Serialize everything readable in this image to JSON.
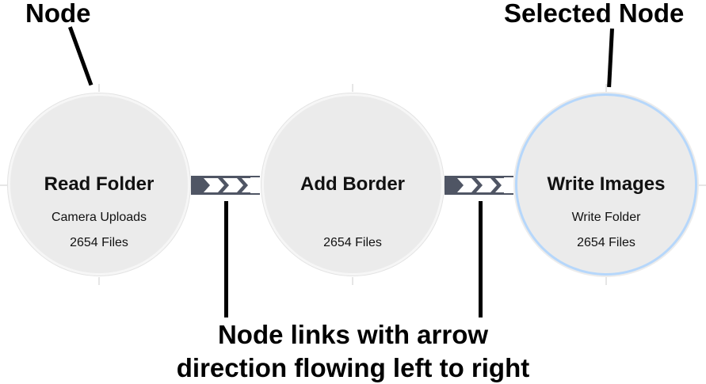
{
  "annotations": {
    "node": "Node",
    "selected_node": "Selected Node",
    "links_line1": "Node links with arrow",
    "links_line2": "direction flowing left to right"
  },
  "nodes": [
    {
      "title": "Read Folder",
      "subtitle": "Camera Uploads",
      "count": "2654 Files",
      "selected": false
    },
    {
      "title": "Add Border",
      "subtitle": "",
      "count": "2654 Files",
      "selected": false
    },
    {
      "title": "Write Images",
      "subtitle": "Write Folder",
      "count": "2654 Files",
      "selected": true
    }
  ],
  "links": [
    {
      "from": "Read Folder",
      "to": "Add Border",
      "direction": "left-to-right"
    },
    {
      "from": "Add Border",
      "to": "Write Images",
      "direction": "left-to-right"
    }
  ],
  "colors": {
    "node_fill": "#ebebeb",
    "selected_ring": "#b6d7fb",
    "link_fill": "#4f5564"
  }
}
